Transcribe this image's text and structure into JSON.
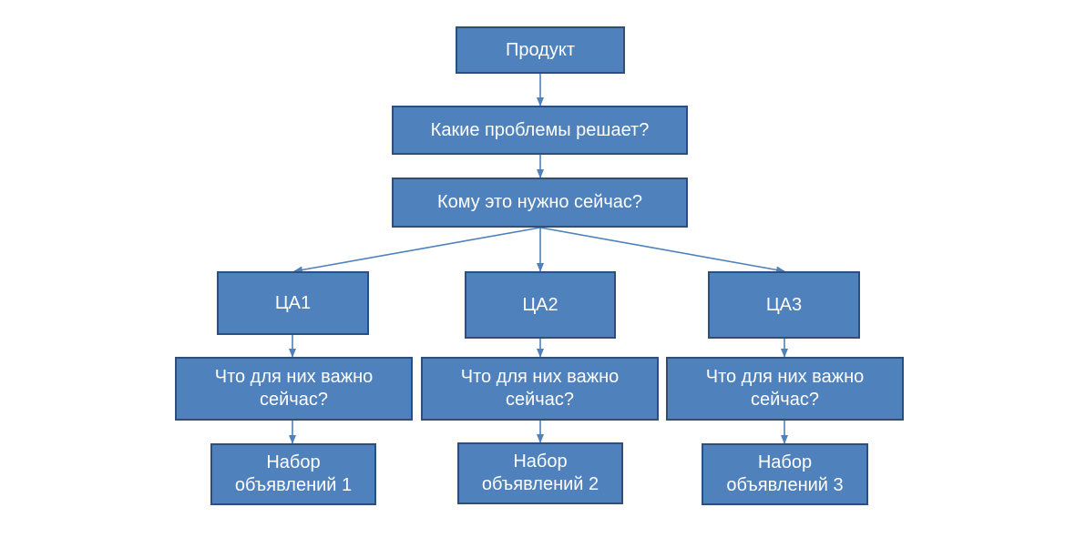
{
  "diagram": {
    "title": "",
    "nodes": {
      "product": "Продукт",
      "problems": "Какие проблемы решает?",
      "who_needs": "Кому это нужно сейчас?",
      "ta1": "ЦА1",
      "ta2": "ЦА2",
      "ta3": "ЦА3",
      "important1": "Что для них важно\nсейчас?",
      "important2": "Что для них важно\nсейчас?",
      "important3": "Что для них важно\nсейчас?",
      "ads1": "Набор\nобъявлений 1",
      "ads2": "Набор\nобъявлений 2",
      "ads3": "Набор\nобъявлений 3"
    },
    "edges": [
      [
        "product",
        "problems"
      ],
      [
        "problems",
        "who_needs"
      ],
      [
        "who_needs",
        "ta1"
      ],
      [
        "who_needs",
        "ta2"
      ],
      [
        "who_needs",
        "ta3"
      ],
      [
        "ta1",
        "important1"
      ],
      [
        "ta2",
        "important2"
      ],
      [
        "ta3",
        "important3"
      ],
      [
        "important1",
        "ads1"
      ],
      [
        "important2",
        "ads2"
      ],
      [
        "important3",
        "ads3"
      ]
    ],
    "colors": {
      "box_fill": "#4f81bd",
      "box_border": "#2e4f7c",
      "connector": "#4f81bd",
      "text": "#ffffff"
    }
  }
}
